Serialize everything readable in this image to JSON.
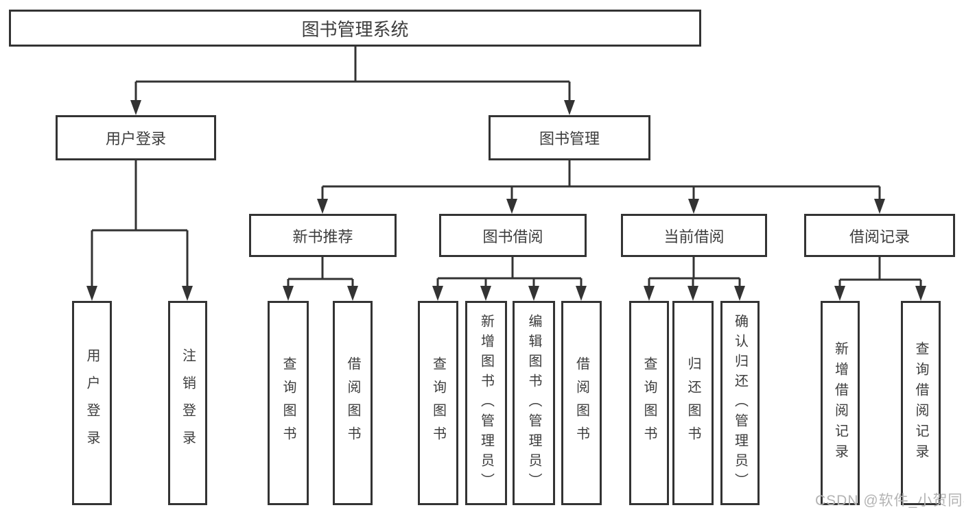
{
  "nodes": {
    "root": "图书管理系统",
    "user_login_branch": {
      "label": "用户登录",
      "children": [
        "用户登录",
        "注销登录"
      ]
    },
    "book_mgmt_branch": {
      "label": "图书管理",
      "groups": [
        {
          "label": "新书推荐",
          "children": [
            "查询图书",
            "借阅图书"
          ]
        },
        {
          "label": "图书借阅",
          "children": [
            "查询图书",
            "新增图书（管理员）",
            "编辑图书（管理员）",
            "借阅图书"
          ]
        },
        {
          "label": "当前借阅",
          "children": [
            "查询图书",
            "归还图书",
            "确认归还（管理员）"
          ]
        },
        {
          "label": "借阅记录",
          "children": [
            "新增借阅记录",
            "查询借阅记录"
          ]
        }
      ]
    }
  },
  "watermark": "CSDN @软件_小贺同学",
  "colors": {
    "line": "#333333",
    "text": "#3d3d3d",
    "watermark": "#b3b3b3",
    "background": "#ffffff"
  }
}
